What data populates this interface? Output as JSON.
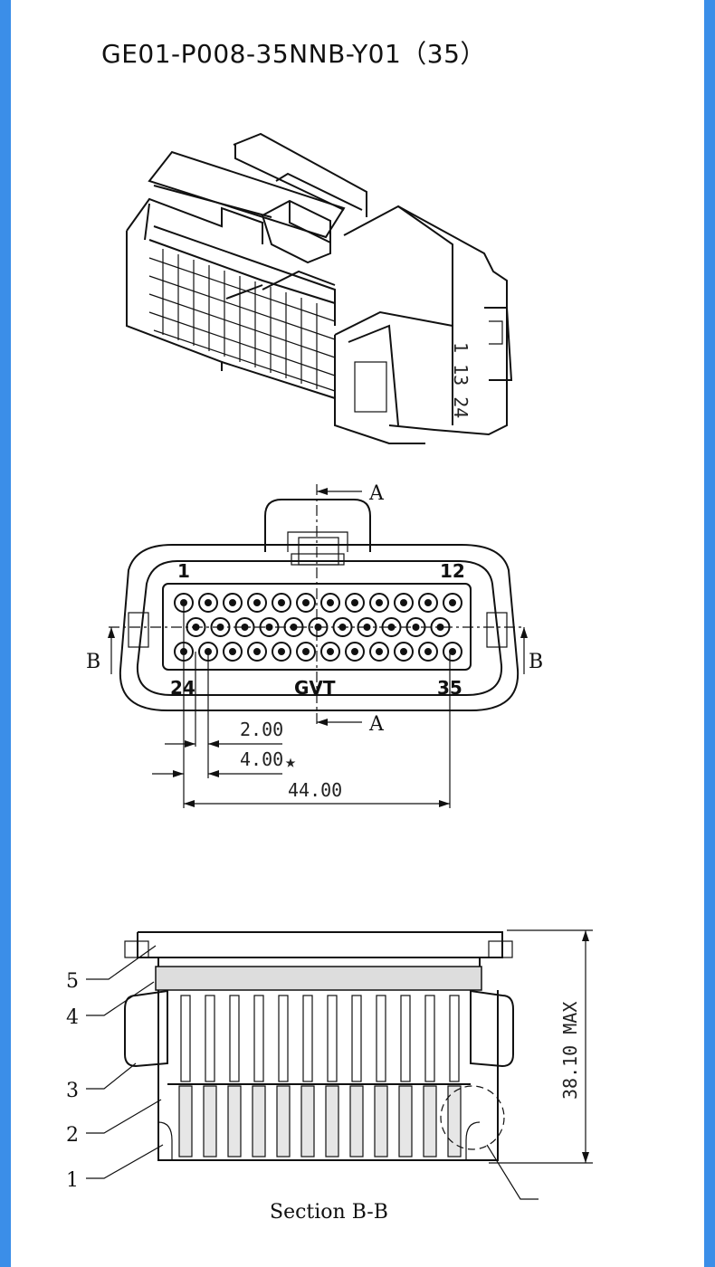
{
  "title": "GE01-P008-35NNB-Y01（35）",
  "iso_view": {
    "label_text": "1 13 24"
  },
  "front_view": {
    "pin_labels": {
      "top_left": "1",
      "top_right": "12",
      "bottom_left": "24",
      "bottom_right": "35"
    },
    "brand": "GVT",
    "section_markers": {
      "a_top": "A",
      "a_bottom": "A",
      "b_left": "B",
      "b_right": "B"
    },
    "rows": [
      12,
      11,
      12
    ]
  },
  "dimensions": {
    "pitch": "2.00",
    "row_pitch": "4.00",
    "star": "★",
    "width": "44.00",
    "height": "38.10 MAX"
  },
  "section": {
    "caption": "Section B-B",
    "callouts": [
      "5",
      "4",
      "3",
      "2",
      "1"
    ]
  }
}
